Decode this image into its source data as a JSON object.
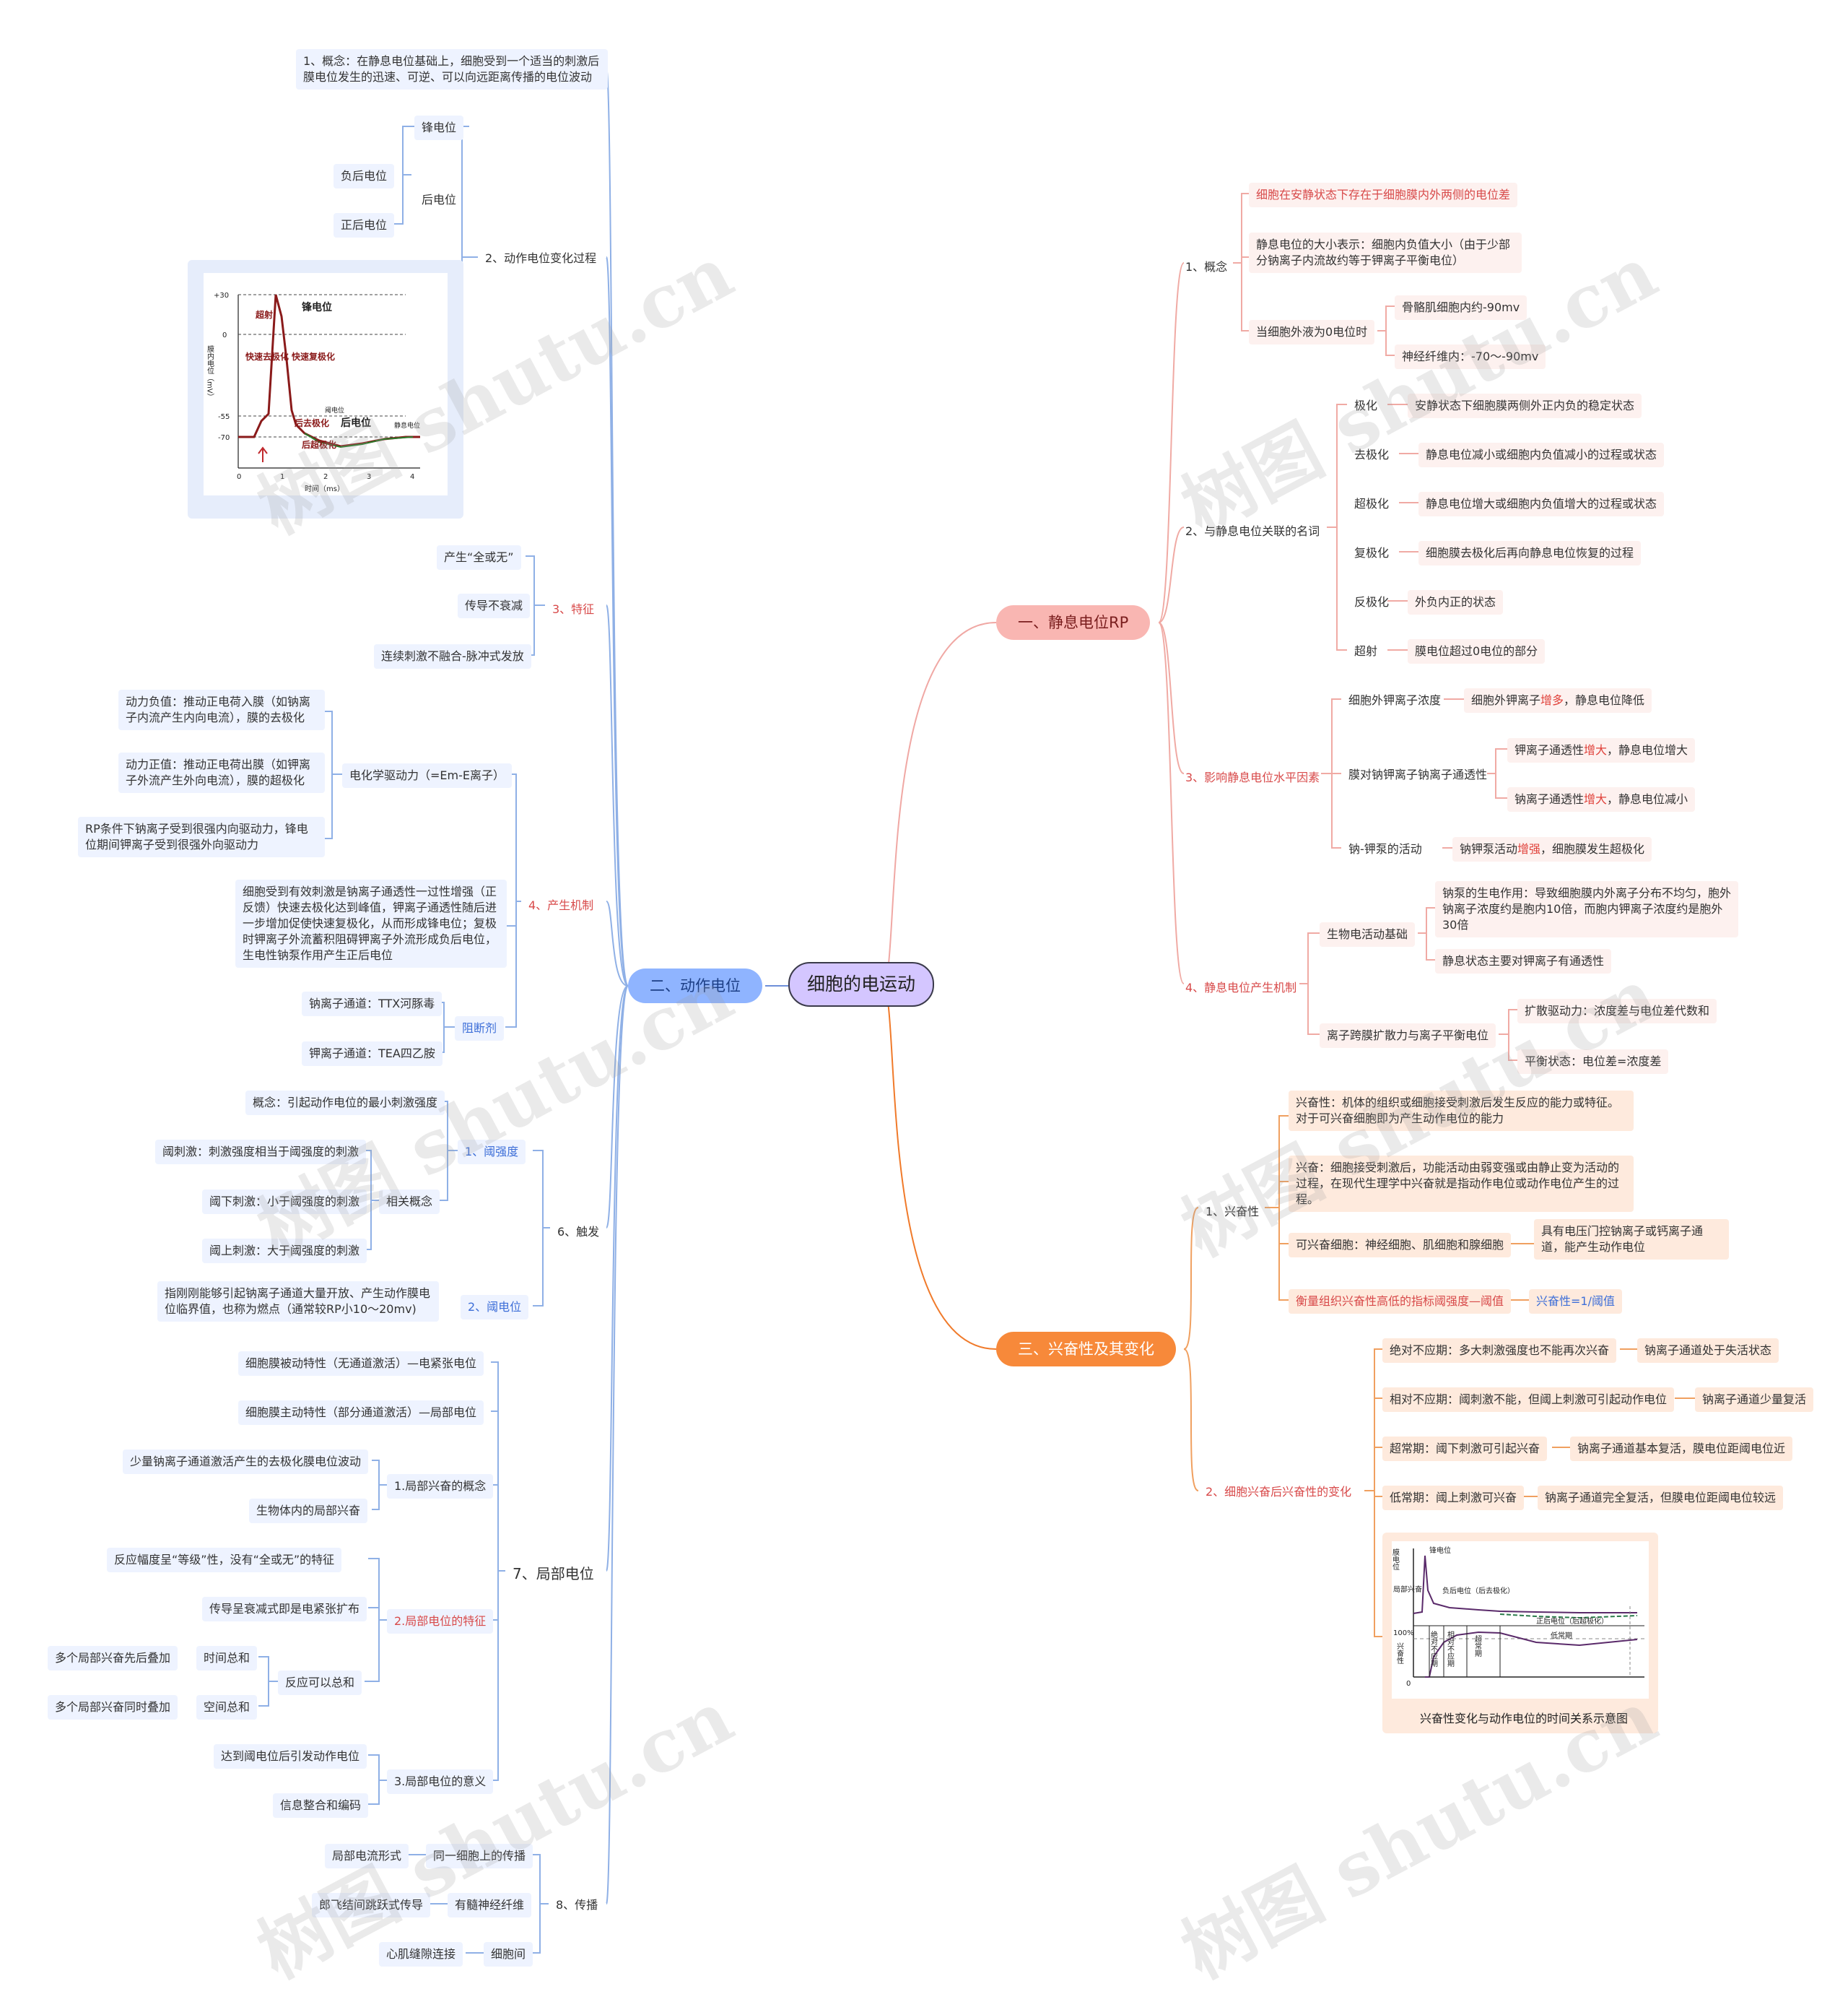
{
  "root": "细胞的电运动",
  "branches": {
    "rp": {
      "label": "一、静息电位RP",
      "concept": {
        "label": "1、概念",
        "def": "细胞在安静状态下存在于细胞膜内外两侧的电位差",
        "size": "静息电位的大小表示：细胞内负值大小（由于少部分钠离子内流故约等于钾离子平衡电位）",
        "zero": "当细胞外液为0电位时",
        "muscle": "骨骼肌细胞内约-90mv",
        "nerve": "神经纤维内：-70～-90mv"
      },
      "terms": {
        "label": "2、与静息电位关联的名词",
        "items": [
          {
            "k": "极化",
            "v": "安静状态下细胞膜两侧外正内负的稳定状态"
          },
          {
            "k": "去极化",
            "v": "静息电位减小或细胞内负值减小的过程或状态"
          },
          {
            "k": "超极化",
            "v": "静息电位增大或细胞内负值增大的过程或状态"
          },
          {
            "k": "复极化",
            "v": "细胞膜去极化后再向静息电位恢复的过程"
          },
          {
            "k": "反极化",
            "v": "外负内正的状态"
          },
          {
            "k": "超射",
            "v": "膜电位超过0电位的部分"
          }
        ]
      },
      "factors": {
        "label": "3、影响静息电位水平因素",
        "k_out": "细胞外钾离子浓度",
        "k_out_a": "细胞外钾离子",
        "k_out_b": "增多",
        "k_out_c": "，静息电位降低",
        "perm": "膜对钠钾离子钠离子通透性",
        "perm_k_a": "钾离子通透性",
        "perm_k_b": "增大",
        "perm_k_c": "，静息电位增大",
        "perm_na_a": "钠离子通透性",
        "perm_na_b": "增大",
        "perm_na_c": "，静息电位减小",
        "pump": "钠-钾泵的活动",
        "pump_a": "钠钾泵活动",
        "pump_b": "增强",
        "pump_c": "，细胞膜发生超极化"
      },
      "mech": {
        "label": "4、静息电位产生机制",
        "base": "生物电活动基础",
        "base1": "钠泵的生电作用：导致细胞膜内外离子分布不均匀，胞外钠离子浓度约是胞内10倍，而胞内钾离子浓度约是胞外30倍",
        "base2": "静息状态主要对钾离子有通透性",
        "ion": "离子跨膜扩散力与离子平衡电位",
        "ion1": "扩散驱动力：浓度差与电位差代数和",
        "ion2": "平衡状态：电位差=浓度差"
      }
    },
    "ap": {
      "label": "二、动作电位",
      "concept": "1、概念：在静息电位基础上，细胞受到一个适当的刺激后膜电位发生的迅速、可逆、可以向远距离传播的电位波动",
      "change": {
        "label": "2、动作电位变化过程",
        "spike": "锋电位",
        "after": "后电位",
        "neg": "负后电位",
        "pos": "正后电位"
      },
      "chart": {
        "ylabel": "膜内电位（mV）",
        "xlabel": "时间（ms）",
        "yticks": [
          "+30",
          "0",
          "-55",
          "-70"
        ],
        "xticks": [
          "0",
          "1",
          "2",
          "3",
          "4"
        ],
        "overshoot": "超射",
        "spike": "锋电位",
        "fast_depol": "快速去极化",
        "fast_repol": "快速复极化",
        "threshold": "阈电位",
        "after_depol": "后去极化",
        "after_pot": "后电位",
        "rest": "静息电位",
        "after_hyper": "后超极化"
      },
      "features": {
        "label": "3、特征",
        "items": [
          "产生“全或无”",
          "传导不衰减",
          "连续刺激不融合-脉冲式发放"
        ]
      },
      "mech": {
        "label": "4、产生机制",
        "drive": "电化学驱动力（=Em-E离子）",
        "drive1": "动力负值：推动正电荷入膜（如钠离子内流产生内向电流），膜的去极化",
        "drive2": "动力正值：推动正电荷出膜（如钾离子外流产生外向电流），膜的超极化",
        "drive3": "RP条件下钠离子受到很强内向驱动力，锋电位期间钾离子受到很强外向驱动力",
        "desc": "细胞受到有效刺激是钠离子通透性一过性增强（正反馈）快速去极化达到峰值，钾离子通透性随后进一步增加促使快速复极化，从而形成锋电位；复极时钾离子外流蓄积阻碍钾离子外流形成负后电位，生电性钠泵作用产生正后电位",
        "blocker": "阻断剂",
        "na_block": "钠离子通道：TTX河豚毒",
        "k_block": "钾离子通道：TEA四乙胺"
      },
      "trigger": {
        "label": "6、触发",
        "thr": "1、阈强度",
        "thr_concept": "概念：引起动作电位的最小刺激强度",
        "related": "相关概念",
        "r1": "阈刺激：刺激强度相当于阈强度的刺激",
        "r2": "阈下刺激：小于阈强度的刺激",
        "r3": "阈上刺激：大于阈强度的刺激",
        "tp": "2、阈电位",
        "tp_def": "指刚刚能够引起钠离子通道大量开放、产生动作膜电位临界值，也称为燃点（通常较RP小10～20mv)"
      },
      "local": {
        "label": "7、局部电位",
        "passive": "细胞膜被动特性（无通道激活）—电紧张电位",
        "active": "细胞膜主动特性（部分通道激活）—局部电位",
        "c": "1.局部兴奋的概念",
        "c1": "少量钠离子通道激活产生的去极化膜电位波动",
        "c2": "生物体内的局部兴奋",
        "f": "2.局部电位的特征",
        "f1": "反应幅度呈“等级”性，没有“全或无”的特征",
        "f2": "传导呈衰减式即是电紧张扩布",
        "sum": "反应可以总和",
        "t": "时间总和",
        "t1": "多个局部兴奋先后叠加",
        "s": "空间总和",
        "s1": "多个局部兴奋同时叠加",
        "m": "3.局部电位的意义",
        "m1": "达到阈电位后引发动作电位",
        "m2": "信息整合和编码"
      },
      "spread": {
        "label": "8、传播",
        "same": "同一细胞上的传播",
        "same1": "局部电流形式",
        "myel": "有髓神经纤维",
        "myel1": "郎飞结间跳跃式传导",
        "inter": "细胞间",
        "inter1": "心肌缝隙连接"
      }
    },
    "ex": {
      "label": "三、兴奋性及其变化",
      "exc": {
        "label": "1、兴奋性",
        "e1": "兴奋性：机体的组织或细胞接受刺激后发生反应的能力或特征。对于可兴奋细胞即为产生动作电位的能力",
        "e2": "兴奋：细胞接受刺激后，功能活动由弱变强或由静止变为活动的过程，在现代生理学中兴奋就是指动作电位或动作电位产生的过程。",
        "e3": "可兴奋细胞：神经细胞、肌细胞和腺细胞",
        "e3a": "具有电压门控钠离子或钙离子通道，能产生动作电位",
        "e4": "衡量组织兴奋性高低的指标阈强度—阈值",
        "e4a": "兴奋性=1/阈值"
      },
      "change": {
        "label": "2、细胞兴奋后兴奋性的变化",
        "items": [
          {
            "k": "绝对不应期：多大刺激强度也不能再次兴奋",
            "v": "钠离子通道处于失活状态"
          },
          {
            "k": "相对不应期：阈刺激不能，但阈上刺激可引起动作电位",
            "v": "钠离子通道少量复活"
          },
          {
            "k": "超常期：阈下刺激可引起兴奋",
            "v": "钠离子通道基本复活，膜电位距阈电位近"
          },
          {
            "k": "低常期：阈上刺激可兴奋",
            "v": "钠离子通道完全复活，但膜电位距阈电位较远"
          }
        ]
      },
      "fig": {
        "caption": "兴奋性变化与动作电位的时间关系示意图",
        "ylab_top": "膜电位",
        "spike": "锋电位",
        "local": "局部兴奋",
        "neg": "负后电位（后去极化）",
        "pos": "正后电位（后超极化）",
        "low": "低常期",
        "pct": "100%",
        "ylab_bot": "兴奋性",
        "zero": "0",
        "abs": "绝对不应期",
        "rel": "相对不应期",
        "sup": "超常期"
      }
    }
  },
  "watermark": "树图 shutu.cn"
}
